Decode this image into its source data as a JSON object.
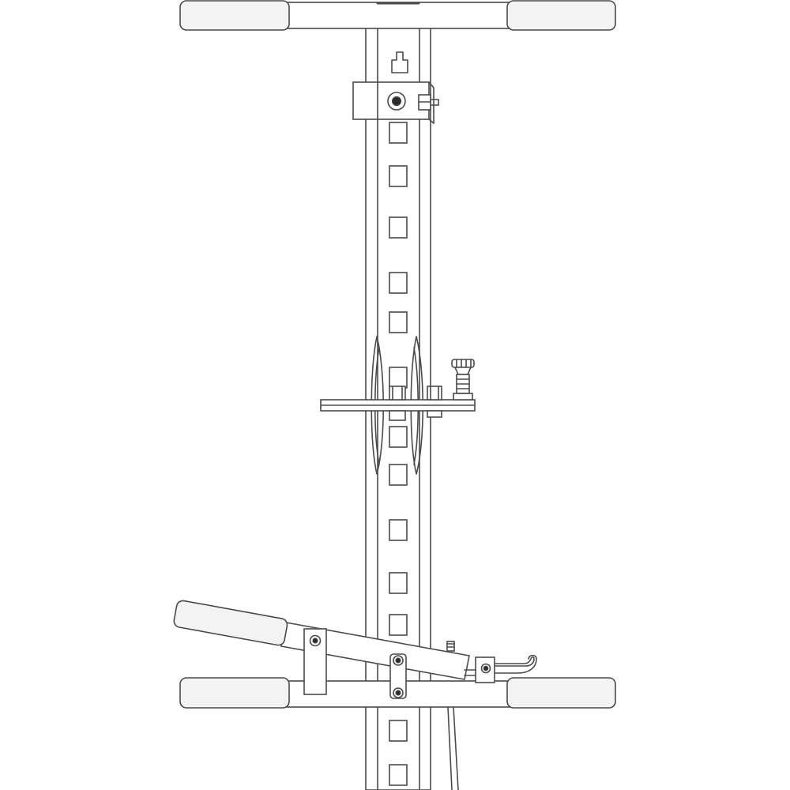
{
  "colors": {
    "background": "#ffffff",
    "line": "#4a4a4a",
    "grip_fill": "#f3f3f3",
    "solid_fill": "#2b2b2b"
  },
  "parts": [
    "top-t-handle",
    "slotted-column",
    "upper-clamp-block",
    "middle-bracket",
    "spring-plunger",
    "lever-handle",
    "bottom-crossbar",
    "hook-latch"
  ]
}
